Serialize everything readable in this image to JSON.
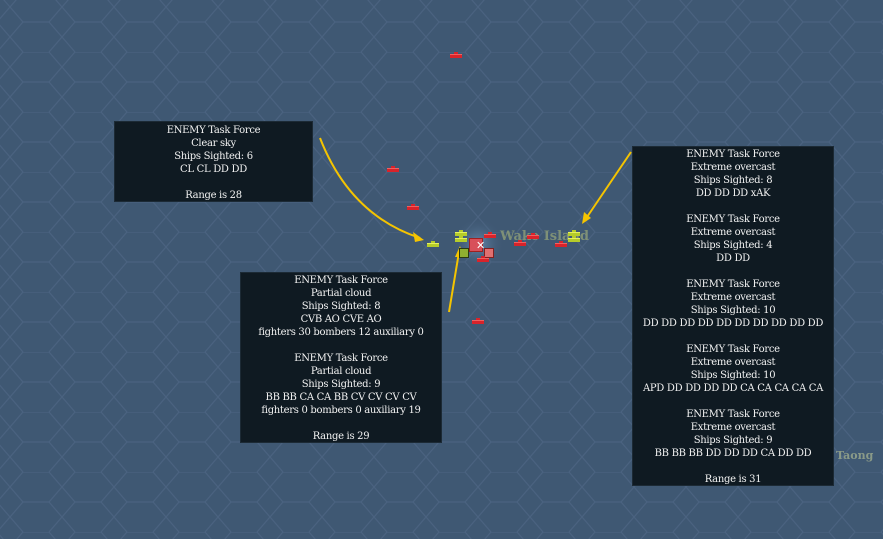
{
  "map": {
    "place_labels": [
      "Wake Island",
      "Taong"
    ]
  },
  "popups": [
    {
      "id": "tf-clear",
      "lines": [
        "ENEMY Task Force",
        "Clear sky",
        "Ships Sighted: 6",
        "CL CL DD DD",
        "",
        "Range is 28"
      ]
    },
    {
      "id": "tf-partial",
      "lines": [
        "ENEMY Task Force",
        "Partial cloud",
        "Ships Sighted: 8",
        "CVB AO CVE AO",
        "fighters 30   bombers 12   auxiliary 0",
        "",
        "ENEMY Task Force",
        "Partial cloud",
        "Ships Sighted: 9",
        "BB BB CA CA BB CV CV CV CV",
        "fighters 0   bombers 0   auxiliary 19",
        "",
        "Range is 29"
      ]
    },
    {
      "id": "tf-overcast",
      "lines": [
        "ENEMY Task Force",
        "Extreme overcast",
        "Ships Sighted: 8",
        "DD DD DD xAK",
        "",
        "ENEMY Task Force",
        "Extreme overcast",
        "Ships Sighted: 4",
        "DD DD",
        "",
        "ENEMY Task Force",
        "Extreme overcast",
        "Ships Sighted: 10",
        "DD DD DD DD DD DD DD DD DD DD",
        "",
        "ENEMY Task Force",
        "Extreme overcast",
        "Ships Sighted: 10",
        "APD DD DD DD DD CA CA CA CA CA",
        "",
        "ENEMY Task Force",
        "Extreme overcast",
        "Ships Sighted: 9",
        "BB BB BB DD DD DD CA DD DD",
        "",
        "Range is 31"
      ]
    }
  ],
  "colors": {
    "sea": "#3f5873",
    "enemy": "#d8232a",
    "friendly": "#b6cc2a",
    "arrow": "#f5c400"
  }
}
